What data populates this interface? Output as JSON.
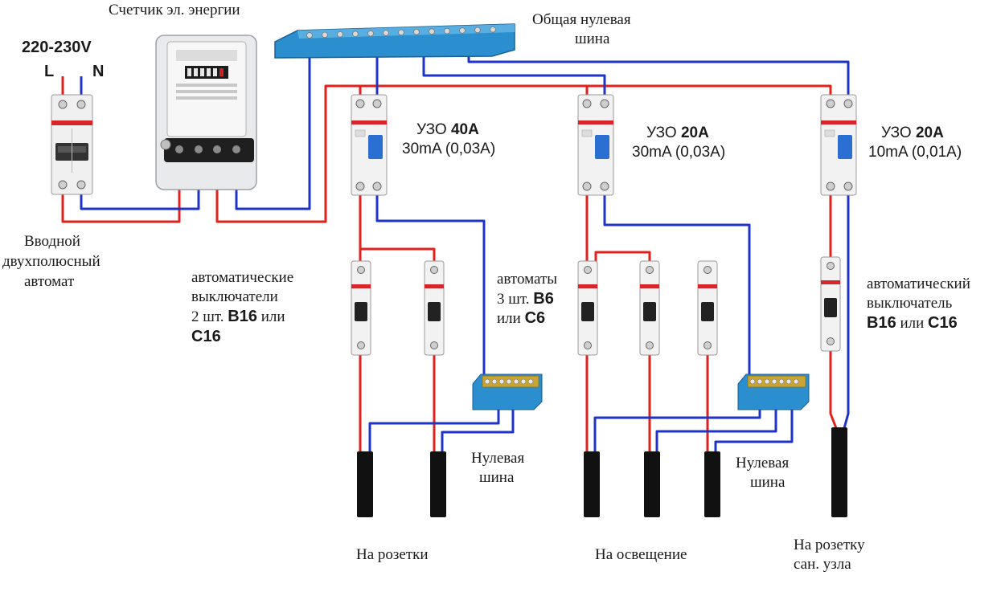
{
  "colors": {
    "phase": "#e0221c",
    "neutral": "#1f33c9",
    "bus": "#2a8ecf",
    "device": "#f2f2f2",
    "cable": "#111111",
    "handle": "#2a6fd1",
    "abb": "#d6252b"
  },
  "labels": {
    "voltage": "220-230V",
    "phase_letter": "L",
    "neutral_letter": "N",
    "meter": "Счетчик эл. энергии",
    "main_bus_line1": "Общая нулевая",
    "main_bus_line2": "шина",
    "intro_line1": "Вводной",
    "intro_line2": "двухполюсный",
    "intro_line3": "автомат",
    "uzo1_prefix": "УЗО ",
    "uzo1_rating": "40А",
    "uzo1_leak": "30mA (0,03A)",
    "uzo2_prefix": "УЗО ",
    "uzo2_rating": "20А",
    "uzo2_leak": "30mA (0,03A)",
    "uzo3_prefix": "УЗО ",
    "uzo3_rating": "20А",
    "uzo3_leak": "10mA (0,01A)",
    "cb_group1_line1": "автоматические",
    "cb_group1_line2": "выключатели",
    "cb_group1_count": "2 шт. ",
    "cb_group1_b": "B16",
    "cb_group1_or": " или",
    "cb_group1_c": "C16",
    "cb_group2_line1": "автоматы",
    "cb_group2_count": "3 шт. ",
    "cb_group2_b": "B6",
    "cb_group2_or": "или ",
    "cb_group2_c": "C6",
    "cb_group3_line1": "автоматический",
    "cb_group3_line2": "выключатель",
    "cb_group3_b": "B16",
    "cb_group3_or": " или ",
    "cb_group3_c": "C16",
    "nbus1_line1": "Нулевая",
    "nbus1_line2": "шина",
    "nbus2_line1": "Нулевая",
    "nbus2_line2": "шина",
    "out1": "На розетки",
    "out2": "На освещение",
    "out3_line1": "На розетку",
    "out3_line2": "сан. узла"
  }
}
